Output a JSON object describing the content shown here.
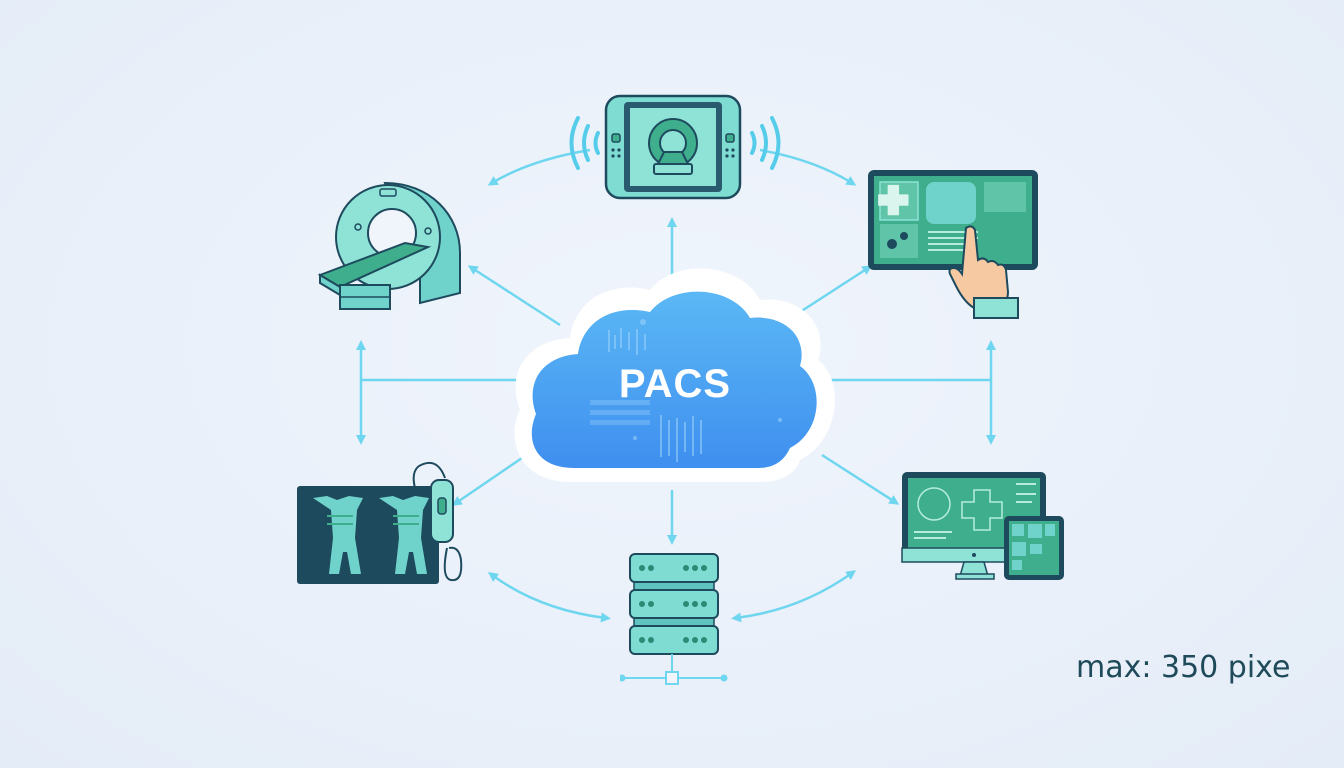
{
  "diagram": {
    "title": "PACS",
    "center_node": {
      "label": "PACS",
      "shape": "cloud",
      "fill": "#4a9cf0",
      "border": "#ffffff"
    },
    "nodes": [
      {
        "id": "mri-tablet",
        "icon": "mri-tablet-wireless-icon",
        "position": "top"
      },
      {
        "id": "ct-scanner",
        "icon": "ct-scanner-icon",
        "position": "top-left"
      },
      {
        "id": "touchscreen-viewer",
        "icon": "touchscreen-hand-icon",
        "position": "top-right"
      },
      {
        "id": "xray-ultrasound",
        "icon": "xray-film-ultrasound-probe-icon",
        "position": "bottom-left"
      },
      {
        "id": "workstation",
        "icon": "monitor-and-tablet-icon",
        "position": "bottom-right"
      },
      {
        "id": "server",
        "icon": "server-rack-icon",
        "position": "bottom"
      }
    ],
    "connector_color": "#6fd6ef",
    "icon_fill": "#7fdcd2",
    "icon_dark": "#1e4a5e",
    "icon_green": "#3fae8c"
  },
  "annotation": {
    "text": "max: 350 pixe"
  }
}
